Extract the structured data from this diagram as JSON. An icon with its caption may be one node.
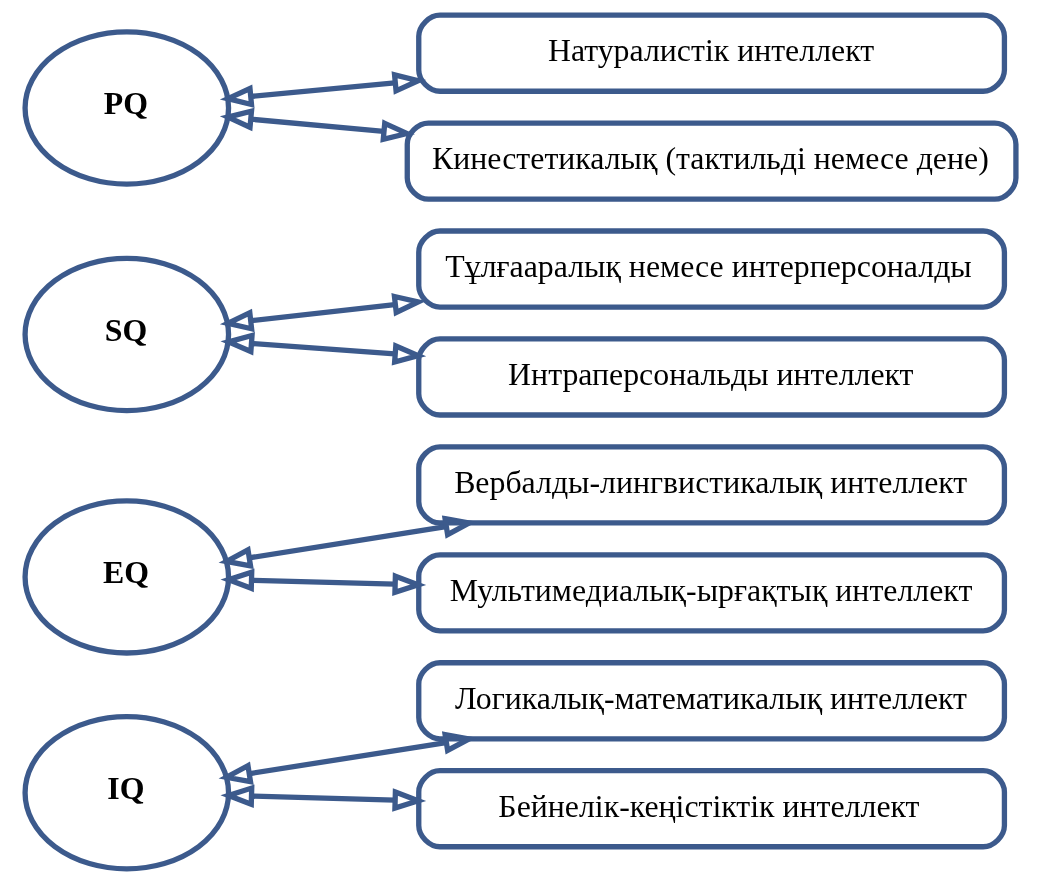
{
  "diagram": {
    "nodes": [
      {
        "text": [
          "IQ"
        ]
      },
      {
        "text": [
          "Логикалық-математикалық интеллект"
        ]
      },
      {
        "text": [
          "Бейнелік-кеңістіктік интеллект"
        ]
      },
      {
        "text": [
          "EQ"
        ]
      },
      {
        "text": [
          "Вербалды-лингвистикалық интеллект"
        ]
      },
      {
        "text": [
          "Мультимедиалық-ырғақтық интеллект"
        ]
      },
      {
        "text": [
          "SQ"
        ]
      },
      {
        "text": [
          "Тұлғааралық немесе интерперсоналды"
        ]
      },
      {
        "text": [
          "Интраперсональды интеллект"
        ]
      },
      {
        "text": [
          "PQ"
        ]
      },
      {
        "text": [
          "Натуралистік интеллект"
        ]
      },
      {
        "text": [
          "Кинестетикалық (тактильді немесе дене)"
        ]
      }
    ],
    "edges": [
      {
        "from": 0,
        "to": 1,
        "arrow": "both"
      },
      {
        "from": 0,
        "to": 2,
        "arrow": "both"
      },
      {
        "from": 3,
        "to": 4,
        "arrow": "both"
      },
      {
        "from": 3,
        "to": 5,
        "arrow": "both"
      },
      {
        "from": 6,
        "to": 7,
        "arrow": "both"
      },
      {
        "from": 6,
        "to": 8,
        "arrow": "both"
      },
      {
        "from": 9,
        "to": 10,
        "arrow": "both"
      },
      {
        "from": 9,
        "to": 11,
        "arrow": "both"
      }
    ]
  }
}
